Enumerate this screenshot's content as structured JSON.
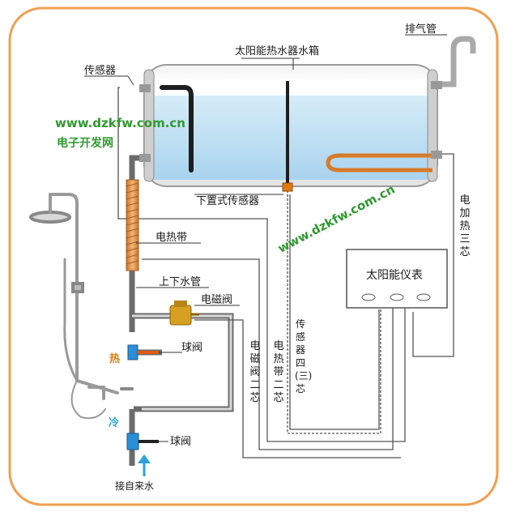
{
  "labels": {
    "exhaust_pipe": "排气管",
    "tank": "太阳能热水器水箱",
    "sensor": "传感器",
    "bottom_sensor": "下置式传感器",
    "heating_tape": "电热带",
    "up_down_pipe": "上下水管",
    "solenoid_valve": "电磁阀",
    "ball_valve_top": "球阀",
    "ball_valve_bottom": "球阀",
    "hot": "热",
    "cold": "冷",
    "tap_water": "接自来水",
    "meter": "太阳能仪表",
    "heater_3core": "电加热三芯",
    "sensor_4core": "传感器四(三)芯",
    "tape_2core": "电热带二芯",
    "valve_2core": "电磁阀二芯"
  },
  "watermarks": {
    "url_top": "www.dzkfw.com.cn",
    "site_name": "电子开发网",
    "url_diag": "www.dzkfw.com.cn"
  },
  "colors": {
    "frame": "#f0a050",
    "pipe": "#5a5a5a",
    "water": "#bcdff3",
    "heating_tape": "#e59a4a",
    "hot": "#e07a10",
    "cold": "#2fa0e0",
    "valve_brass": "#d8a020",
    "watermark": "#2f9a2f"
  }
}
